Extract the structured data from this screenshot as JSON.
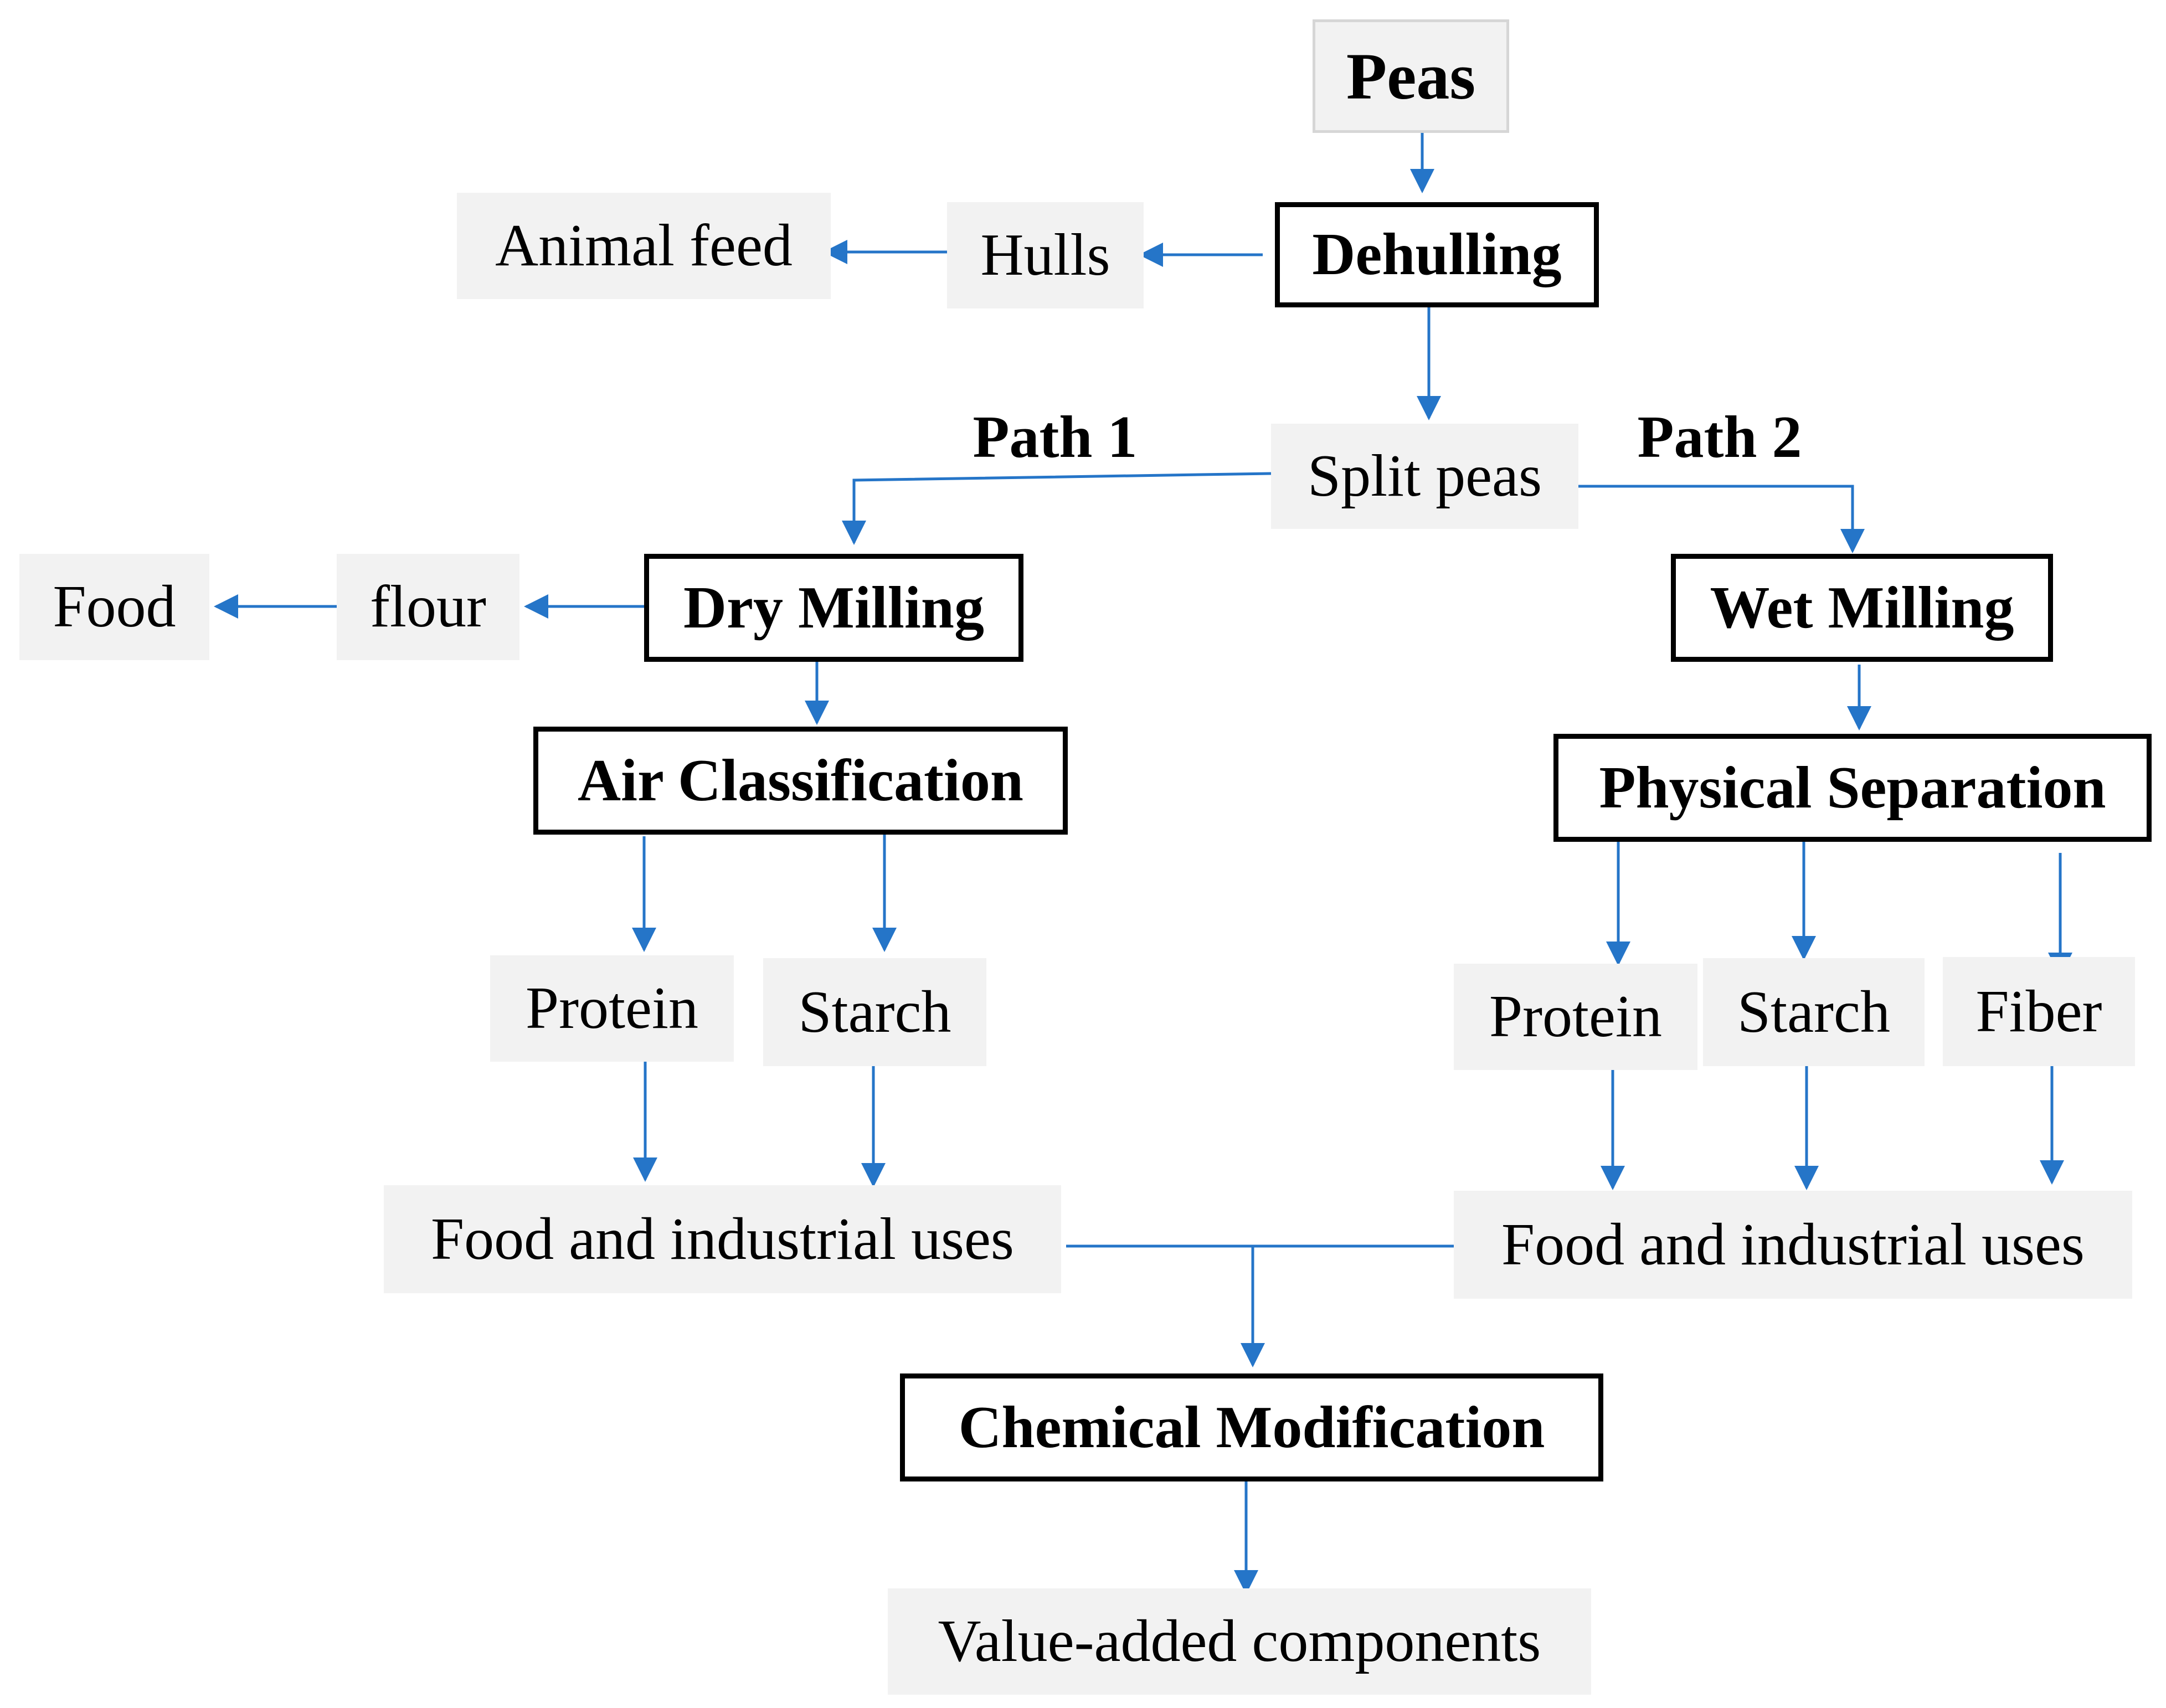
{
  "nodes": {
    "peas": "Peas",
    "dehulling": "Dehulling",
    "hulls": "Hulls",
    "animal_feed": "Animal feed",
    "split_peas": "Split peas",
    "path1": "Path 1",
    "path2": "Path 2",
    "dry_milling": "Dry Milling",
    "flour": "flour",
    "food": "Food",
    "air_classification": "Air Classification",
    "protein_left": "Protein",
    "starch_left": "Starch",
    "food_industrial_left": "Food and industrial uses",
    "wet_milling": "Wet Milling",
    "physical_separation": "Physical Separation",
    "protein_right": "Protein",
    "starch_right": "Starch",
    "fiber": "Fiber",
    "food_industrial_right": "Food and industrial uses",
    "chemical_modification": "Chemical Modification",
    "value_added": "Value-added components"
  },
  "colors": {
    "arrow": "#2575c8",
    "grey_box": "#f2f2f2",
    "box_border": "#000000"
  }
}
